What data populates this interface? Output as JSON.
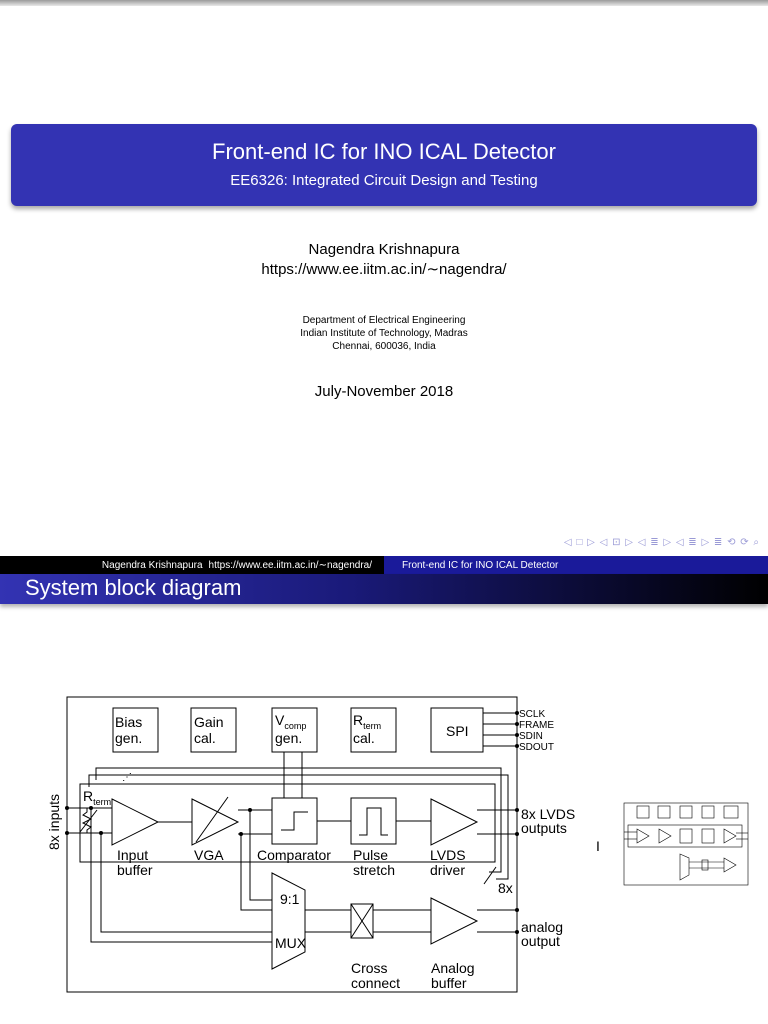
{
  "slide1": {
    "title": "Front-end IC for INO ICAL Detector",
    "subtitle": "EE6326: Integrated Circuit Design and Testing",
    "author": "Nagendra Krishnapura",
    "author_url": "https://www.ee.iitm.ac.in/∼nagendra/",
    "dept_line1": "Department of Electrical Engineering",
    "dept_line2": "Indian Institute of Technology, Madras",
    "dept_line3": "Chennai, 600036, India",
    "date": "July-November 2018",
    "nav_symbols": "◁ □ ▷ ◁ ⊡ ▷ ◁ ≣ ▷ ◁ ≣ ▷   ≣   ⟲ ⟳ ⌕"
  },
  "footer": {
    "author": "Nagendra Krishnapura",
    "url": "https://www.ee.iitm.ac.in/∼nagendra/",
    "title": "Front-end IC for INO ICAL Detector"
  },
  "slide2": {
    "frame_title": "System block diagram",
    "cursor": "I"
  },
  "diagram": {
    "bias": [
      "Bias",
      "gen."
    ],
    "gain": [
      "Gain",
      "cal."
    ],
    "vcomp": [
      "V",
      "comp",
      "gen."
    ],
    "rterm": [
      "R",
      "term",
      "cal."
    ],
    "spi": "SPI",
    "spi_pins": [
      "SCLK",
      "FRAME",
      "SDIN",
      "SDOUT"
    ],
    "inputs_label": "8x inputs",
    "rterm_in": [
      "R",
      "term"
    ],
    "input_buffer": [
      "Input",
      "buffer"
    ],
    "vga": "VGA",
    "comparator": "Comparator",
    "pulse_stretch": [
      "Pulse",
      "stretch"
    ],
    "lvds_driver": [
      "LVDS",
      "driver"
    ],
    "lvds_outputs": [
      "8x LVDS",
      "outputs"
    ],
    "eight_x": "8x",
    "mux": [
      "9:1",
      "MUX"
    ],
    "cross_connect": [
      "Cross",
      "connect"
    ],
    "analog_buffer": [
      "Analog",
      "buffer"
    ],
    "analog_output": [
      "analog",
      "output"
    ]
  }
}
